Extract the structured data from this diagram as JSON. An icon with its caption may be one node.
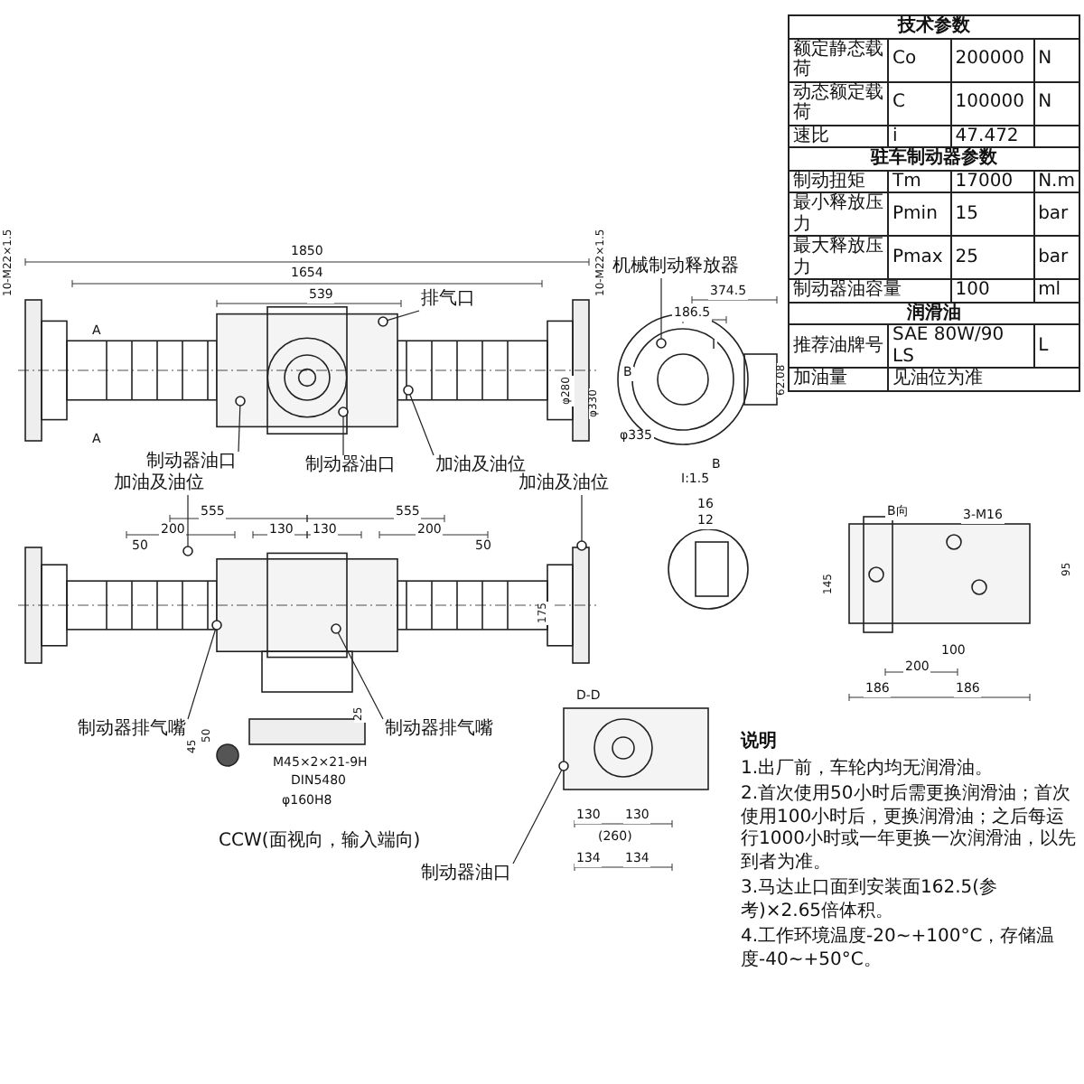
{
  "diagram": {
    "nodes": [
      {
        "text": [
          "排气口"
        ]
      },
      {
        "text": [
          "制动器油口"
        ]
      },
      {
        "text": [
          "制动器油口"
        ]
      },
      {
        "text": [
          "加油及油位"
        ]
      },
      {
        "text": [
          "机械制动释放器"
        ]
      },
      {
        "text": [
          "加油及油位"
        ]
      },
      {
        "text": [
          "加油及油位"
        ]
      },
      {
        "text": [
          "制动器排气嘴"
        ]
      },
      {
        "text": [
          "制动器排气嘴"
        ]
      },
      {
        "text": [
          "制动器油口"
        ]
      },
      {
        "text": [],
        "shape": "circle"
      },
      {
        "text": [],
        "shape": "circle"
      },
      {
        "text": [],
        "shape": "circle"
      },
      {
        "text": [],
        "shape": "circle"
      },
      {
        "text": [],
        "shape": "circle"
      },
      {
        "text": [],
        "shape": "circle"
      },
      {
        "text": [],
        "shape": "circle"
      },
      {
        "text": [],
        "shape": "circle"
      },
      {
        "text": [],
        "shape": "circle"
      },
      {
        "text": [],
        "shape": "circle"
      }
    ],
    "edges": [
      {
        "from": 0,
        "to": 10,
        "arrow": "none"
      },
      {
        "from": 1,
        "to": 11,
        "arrow": "none"
      },
      {
        "from": 2,
        "to": 12,
        "arrow": "none"
      },
      {
        "from": 3,
        "to": 13,
        "arrow": "none"
      },
      {
        "from": 4,
        "to": 14,
        "arrow": "none"
      },
      {
        "from": 5,
        "to": 15,
        "arrow": "none"
      },
      {
        "from": 6,
        "to": 16,
        "arrow": "none"
      },
      {
        "from": 7,
        "to": 17,
        "arrow": "none"
      },
      {
        "from": 8,
        "to": 18,
        "arrow": "none"
      },
      {
        "from": 9,
        "to": 19,
        "arrow": "none"
      }
    ],
    "labels": [
      "1850",
      "1654",
      "539",
      "A",
      "A",
      "10-M22×1.5",
      "10-M22×1.5",
      "φ280",
      "φ330",
      "374.5",
      "186.5",
      "φ335",
      "B",
      "B",
      "I",
      "62.08",
      "技术参数",
      "额定静态载荷",
      "Co",
      "200000",
      "N",
      "动态额定载荷",
      "C",
      "100000",
      "N",
      "速比",
      "i",
      "47.472",
      "驻车制动器参数",
      "制动扭矩",
      "Tm",
      "17000",
      "N.m",
      "最小释放压力",
      "Pmin",
      "15",
      "bar",
      "最大释放压力",
      "Pmax",
      "25",
      "bar",
      "制动器油容量",
      "100",
      "ml",
      "润滑油",
      "推荐油牌号",
      "SAE 80W/90 LS",
      "L",
      "加油量",
      "见油位为准",
      "555",
      "555",
      "200",
      "200",
      "50",
      "50",
      "130",
      "130",
      "175",
      "I:1.5",
      "16",
      "12",
      "B向",
      "3-M16",
      "145",
      "95",
      "100",
      "200",
      "186",
      "186",
      "D-D",
      "130",
      "130",
      "(260)",
      "134",
      "134",
      "M45×2×21-9H",
      "DIN5480",
      "φ160H8",
      "CCW(面视向，输入端向)",
      "45",
      "50",
      "25",
      "说明",
      "1.出厂前，车轮内均无润滑油。",
      "2.首次使用50小时后需更换润滑油；首次使用100小时后，更换润滑油；之后每运行1000小时或一年更换一次润滑油，以先到者为准。",
      "3.马达止口面到安装面162.5(参考)×2.65倍体积。",
      "4.工作环境温度-20~+100°C，存储温度-40~+50°C。"
    ]
  }
}
